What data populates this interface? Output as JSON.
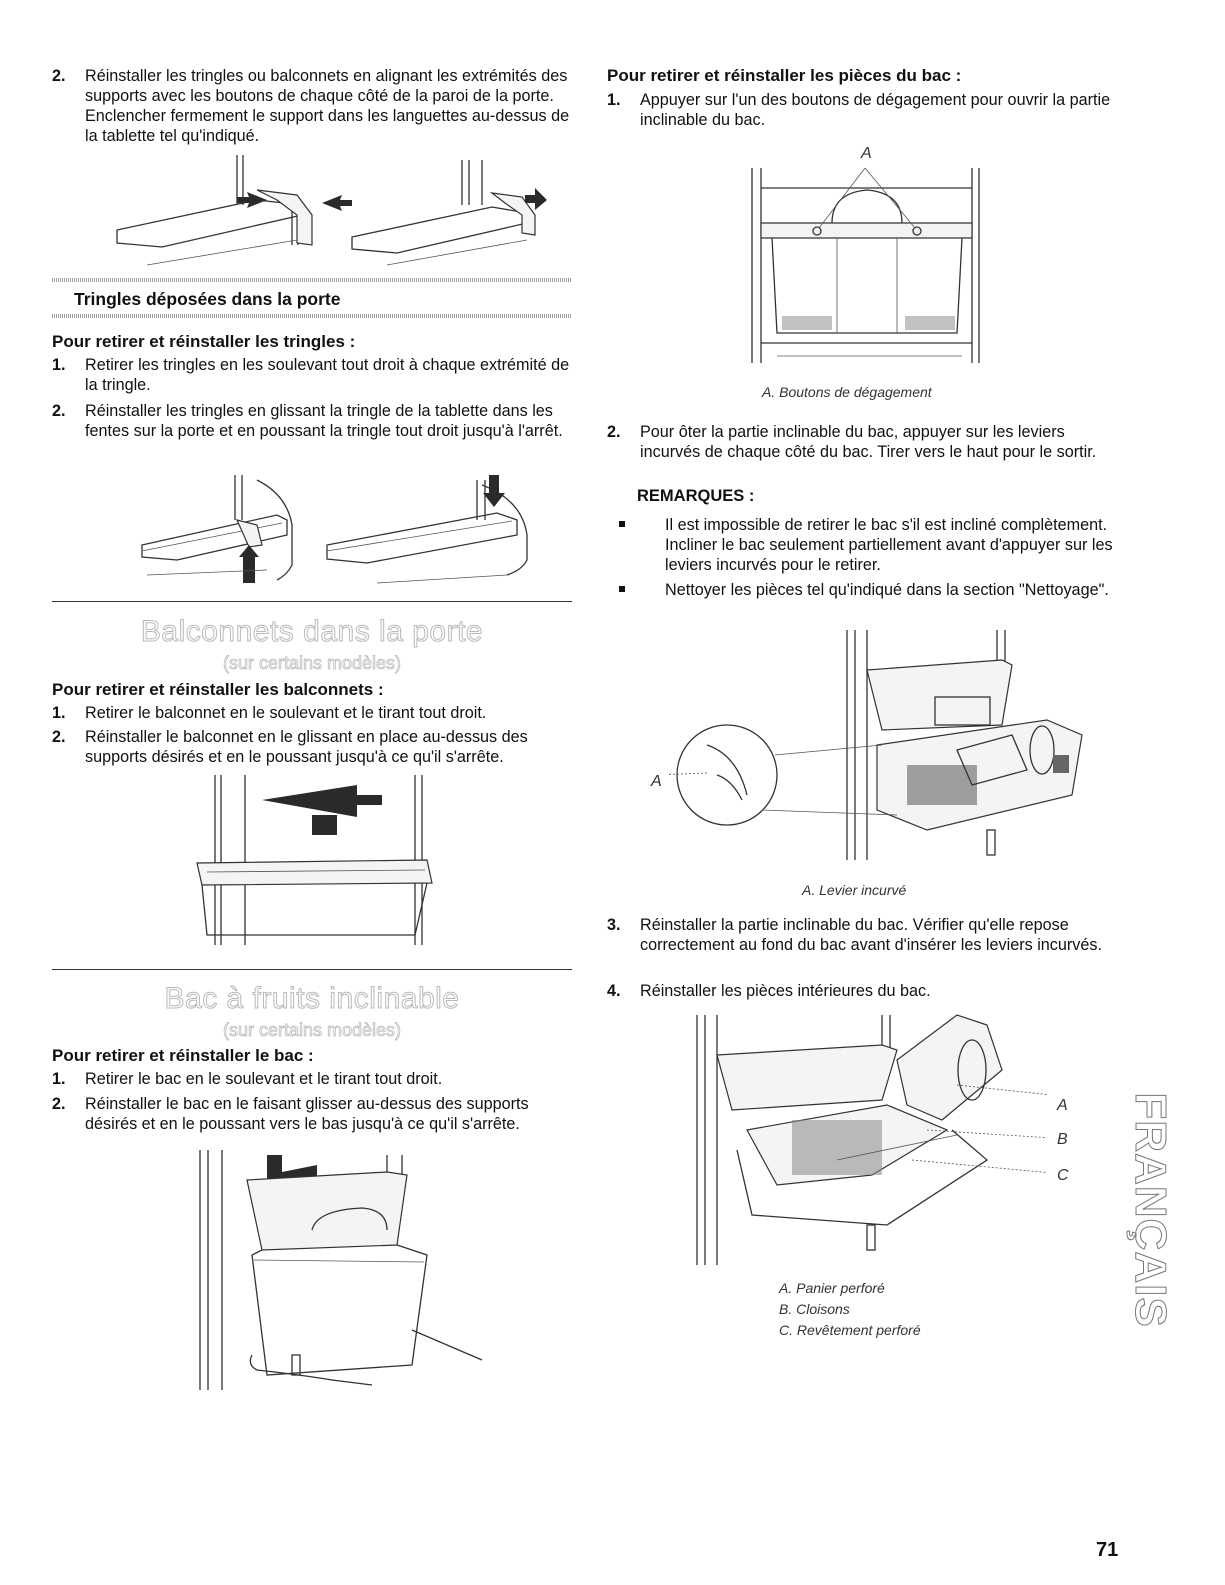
{
  "left": {
    "step2_top": {
      "num": "2.",
      "text": "Réinstaller les tringles ou balconnets en alignant les extrémités des supports avec les boutons de chaque côté de la paroi de la porte. Enclencher fermement le support dans les languettes au-dessus de la tablette tel qu'indiqué."
    },
    "subsection_title": "Tringles déposées dans la porte",
    "tringles_heading": "Pour retirer et réinstaller les tringles :",
    "tringles_steps": [
      {
        "num": "1.",
        "text": "Retirer les tringles en les soulevant tout droit à chaque extrémité de la tringle."
      },
      {
        "num": "2.",
        "text": "Réinstaller les tringles en glissant la tringle de la tablette dans les fentes sur la porte et en poussant la tringle tout droit jusqu'à l'arrêt."
      }
    ],
    "balconnets_title": "Balconnets dans la porte",
    "balconnets_subtitle": "(sur certains modèles)",
    "balconnets_heading": "Pour retirer et réinstaller les balconnets :",
    "balconnets_steps": [
      {
        "num": "1.",
        "text": "Retirer le balconnet en le soulevant et le tirant tout droit."
      },
      {
        "num": "2.",
        "text": "Réinstaller le balconnet en le glissant en place au-dessus des supports désirés et en le poussant jusqu'à ce qu'il s'arrête."
      }
    ],
    "bac_title": "Bac à fruits inclinable",
    "bac_subtitle": "(sur certains modèles)",
    "bac_heading": "Pour retirer et réinstaller le bac :",
    "bac_steps": [
      {
        "num": "1.",
        "text": "Retirer le bac en le soulevant et le tirant tout droit."
      },
      {
        "num": "2.",
        "text": "Réinstaller le bac en le faisant glisser au-dessus des supports désirés et en le poussant vers le bas jusqu'à ce qu'il s'arrête."
      }
    ]
  },
  "right": {
    "pieces_heading": "Pour retirer et réinstaller les pièces du bac :",
    "step1": {
      "num": "1.",
      "text": "Appuyer sur l'un des boutons de dégagement pour ouvrir la partie inclinable du bac."
    },
    "fig1_label": "A",
    "fig1_caption": "A. Boutons de dégagement",
    "step2": {
      "num": "2.",
      "text": "Pour ôter la partie inclinable du bac, appuyer sur les leviers incurvés de chaque côté du bac. Tirer vers le haut pour le sortir."
    },
    "remarques_heading": "REMARQUES :",
    "remarques": [
      "Il est impossible de retirer le bac s'il est incliné complètement. Incliner le bac seulement partiellement avant d'appuyer sur les leviers incurvés pour le retirer.",
      "Nettoyer les pièces tel qu'indiqué dans la section \"Nettoyage\"."
    ],
    "fig2_label": "A",
    "fig2_caption": "A. Levier incurvé",
    "step3": {
      "num": "3.",
      "text": "Réinstaller la partie inclinable du bac. Vérifier qu'elle repose correctement au fond du bac avant d'insérer les leviers incurvés."
    },
    "step4": {
      "num": "4.",
      "text": "Réinstaller les pièces intérieures du bac."
    },
    "fig3_labels": [
      "A",
      "B",
      "C"
    ],
    "fig3_captions": [
      "A. Panier perforé",
      "B. Cloisons",
      "C. Revêtement perforé"
    ]
  },
  "side_tab": "FRANÇAIS",
  "page_number": "71"
}
